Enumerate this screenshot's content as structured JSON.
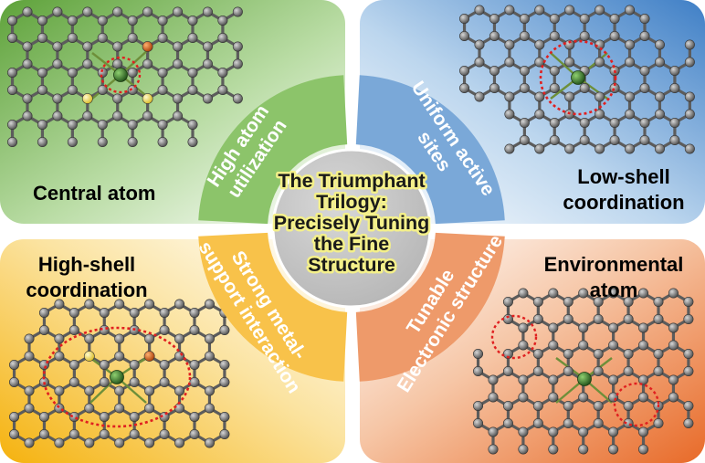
{
  "quadrants": [
    {
      "label_lines": [
        "Central atom"
      ]
    },
    {
      "label_lines": [
        "Low-shell",
        "coordination"
      ]
    },
    {
      "label_lines": [
        "High-shell",
        "coordination"
      ]
    },
    {
      "label_lines": [
        "Environmental",
        "atom"
      ]
    }
  ],
  "arcs": [
    {
      "lines": [
        "High atom",
        "utilization"
      ],
      "color": "#8cc46a"
    },
    {
      "lines": [
        "Uniform active",
        "sites"
      ],
      "color": "#7aa8d8"
    },
    {
      "lines": [
        "Strong metal-",
        "support interaction"
      ],
      "color": "#f8c24a"
    },
    {
      "lines": [
        "Tunable",
        "Electronic structure"
      ],
      "color": "#ee9a6a"
    }
  ],
  "center": {
    "lines": [
      "The Triumphant",
      "Trilogy:",
      "Precisely Tuning",
      "the Fine",
      "Structure"
    ]
  },
  "colors": {
    "green": "#6aaa45",
    "blue": "#4a88cc",
    "yellow": "#f4b81a",
    "orange": "#e8783a",
    "center_fill": "#c9c9c9",
    "carbon": "#7a7a7a",
    "metal": "#3d7a2c",
    "sulfur": "#f2e05c",
    "dopant": "#d8641a",
    "highlight": "#e02020"
  }
}
